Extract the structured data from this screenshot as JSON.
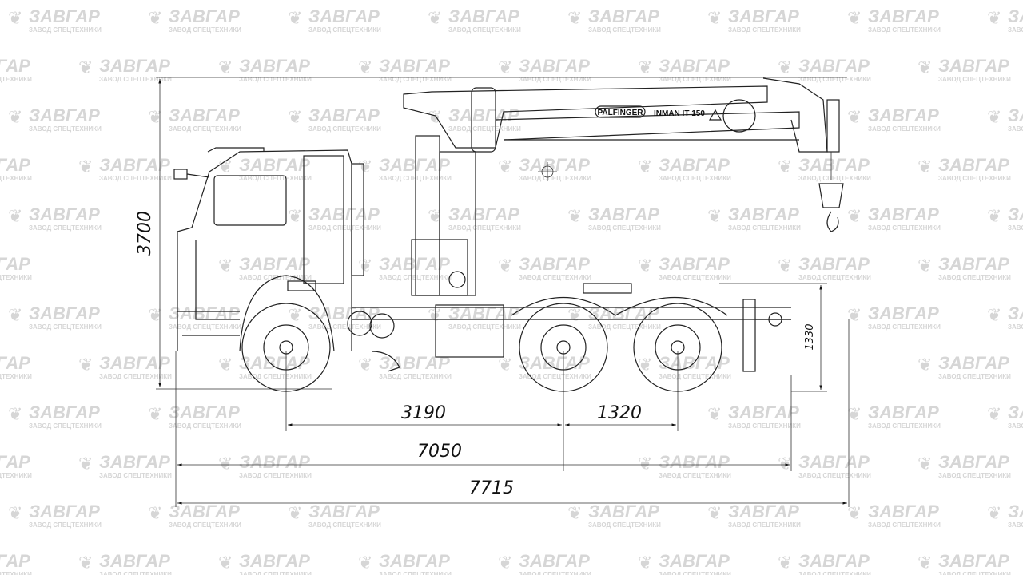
{
  "watermark": {
    "brand": "ЗАВГАР",
    "tagline": "ЗАВОД СПЕЦТЕХНИКИ",
    "color": "#d6d6d6"
  },
  "crane": {
    "brand": "PALFINGER",
    "model": "INMAN IT 150"
  },
  "dimensions": {
    "overall_height": "3700",
    "fifth_wheel_height": "1330",
    "wheelbase_front": "3190",
    "wheelbase_rear": "1320",
    "length_to_rear_axle_support": "7050",
    "overall_length": "7715"
  }
}
